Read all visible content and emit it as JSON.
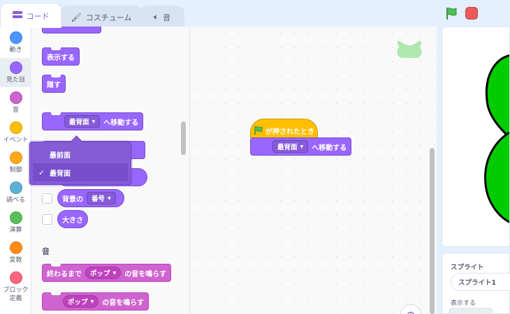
{
  "tabs": [
    {
      "label": "コード",
      "icon": "code-icon",
      "active": true
    },
    {
      "label": "コスチューム",
      "icon": "brush-icon",
      "active": false
    },
    {
      "label": "音",
      "icon": "speaker-icon",
      "active": false
    }
  ],
  "controls": {
    "green_flag": "green-flag-icon",
    "stop": "stop-icon"
  },
  "categories": [
    {
      "label": "動き",
      "color": "#4c97ff"
    },
    {
      "label": "見た目",
      "color": "#9966ff",
      "selected": true
    },
    {
      "label": "音",
      "color": "#cf63cf"
    },
    {
      "label": "イベント",
      "color": "#ffbf00"
    },
    {
      "label": "制御",
      "color": "#ffab19"
    },
    {
      "label": "調べる",
      "color": "#5cb1d6"
    },
    {
      "label": "演算",
      "color": "#59c059"
    },
    {
      "label": "変数",
      "color": "#ff8c1a"
    },
    {
      "label": "ブロック定義",
      "color": "#ff6680"
    }
  ],
  "palette": {
    "show": "表示する",
    "hide": "隠す",
    "go_to_layer_dd": "最背面",
    "go_to_layer_suffix": "へ移動する",
    "backdrop_prefix": "背景の",
    "backdrop_dd": "番号",
    "size": "大きさ",
    "sound_section": "音",
    "play_until_dd": "ポップ",
    "play_until_prefix": "終わるまで",
    "play_until_suffix": "の音を鳴らす",
    "start_sound_dd": "ポップ",
    "start_sound_suffix": "の音を鳴らす"
  },
  "dropdown": {
    "options": [
      {
        "label": "最前面",
        "selected": false
      },
      {
        "label": "最背面",
        "selected": true
      }
    ],
    "check": "✓"
  },
  "script": {
    "hat_label": "が押されたとき",
    "layer_dd": "最背面",
    "layer_suffix": "へ移動する"
  },
  "sprite_info": {
    "label": "スプライト",
    "name": "スプライト1",
    "show_label": "表示する"
  },
  "colors": {
    "looks": "#9966ff",
    "events": "#ffbf00",
    "sound": "#cf63cf",
    "stage_sprite": "#00cc00"
  }
}
